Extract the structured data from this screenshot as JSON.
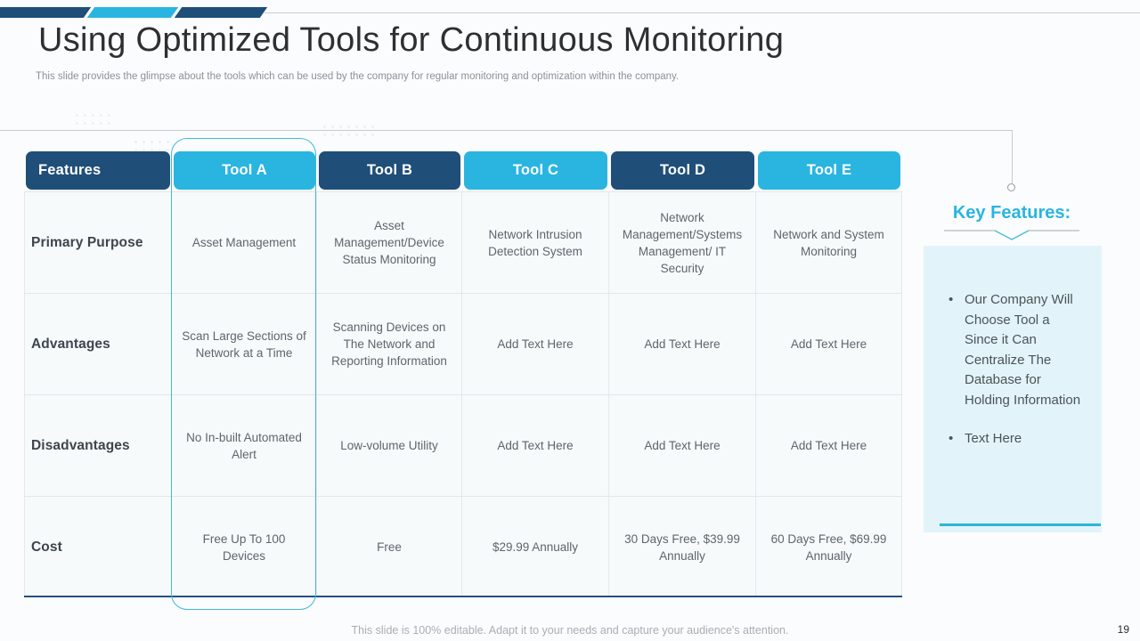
{
  "slide": {
    "title": "Using Optimized Tools for Continuous Monitoring",
    "subtitle": "This slide provides the glimpse about the tools which can be used by the company for regular monitoring and optimization within the company.",
    "footer_note": "This slide is 100% editable. Adapt it to your needs and capture your audience's attention.",
    "page_number": "19"
  },
  "colors": {
    "navy": "#1f4e79",
    "cyan": "#29b5e0",
    "panel_background": "#e2f4f9",
    "highlight_ring": "#3fb9dc"
  },
  "table": {
    "headers": [
      "Features",
      "Tool A",
      "Tool B",
      "Tool C",
      "Tool D",
      "Tool E"
    ],
    "highlighted_column": "Tool A",
    "rows": [
      {
        "feature": "Primary Purpose",
        "cells": [
          "Asset Management",
          "Asset Management/Device Status Monitoring",
          "Network Intrusion Detection System",
          "Network Management/Systems Management/ IT Security",
          "Network and System Monitoring"
        ]
      },
      {
        "feature": "Advantages",
        "cells": [
          "Scan Large Sections of Network at a Time",
          "Scanning Devices on The Network and Reporting Information",
          "Add Text Here",
          "Add Text Here",
          "Add Text Here"
        ]
      },
      {
        "feature": "Disadvantages",
        "cells": [
          "No In-built Automated Alert",
          "Low-volume Utility",
          "Add Text Here",
          "Add Text Here",
          "Add Text Here"
        ]
      },
      {
        "feature": "Cost",
        "cells": [
          "Free Up To 100 Devices",
          "Free",
          "$29.99 Annually",
          "30 Days Free, $39.99 Annually",
          "60 Days Free, $69.99 Annually"
        ]
      }
    ]
  },
  "key_features": {
    "heading": "Key Features:",
    "bullets": [
      "Our Company Will Choose Tool a Since it Can Centralize The Database for Holding Information",
      "Text Here"
    ]
  }
}
